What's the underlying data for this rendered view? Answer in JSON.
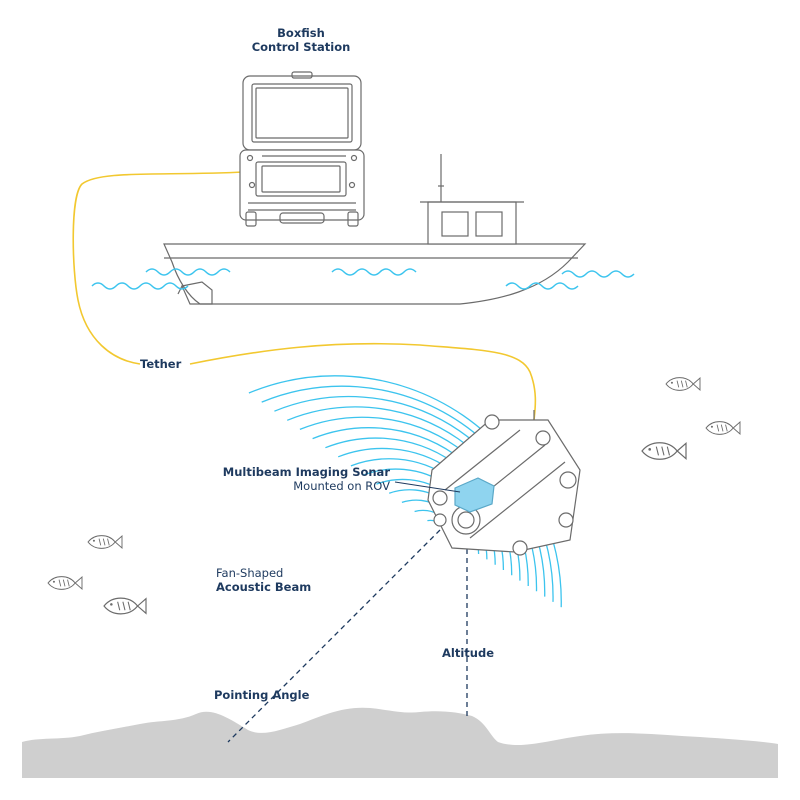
{
  "labels": {
    "control_station_line1": "Boxfish",
    "control_station_line2": "Control Station",
    "tether": "Tether",
    "sonar_title": "Multibeam Imaging Sonar",
    "sonar_sub": "Mounted on ROV",
    "beam_line1": "Fan-Shaped",
    "beam_line2": "Acoustic Beam",
    "altitude": "Altitude",
    "pointing_angle": "Pointing Angle"
  },
  "colors": {
    "label_text": "#1e3a5f",
    "tether": "#f2c830",
    "water": "#3cc4ee",
    "sonar_beam": "#3cc4ee",
    "sonar_device": "#8fd4ef",
    "line_art": "#6b6b6b",
    "seabed": "#cfcfcf",
    "dashed_line": "#1e3a5f"
  },
  "icons": {
    "control_station": "control-station-case-icon",
    "boat": "boat-icon",
    "rov": "rov-icon",
    "fish": "fish-icon"
  }
}
